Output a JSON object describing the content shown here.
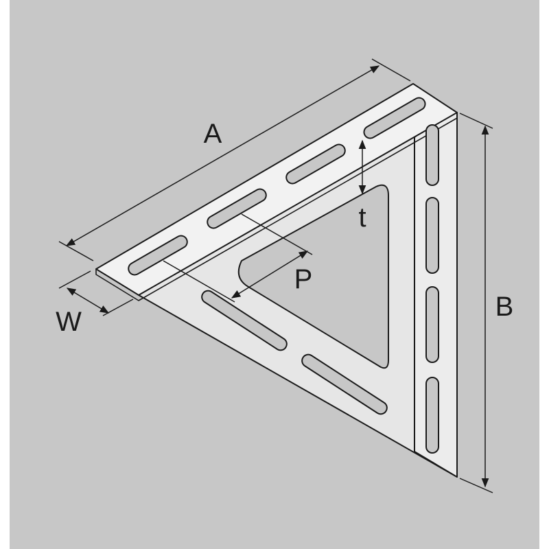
{
  "colors": {
    "background": "#c7c7c7",
    "bracket_face": "#e6e6e6",
    "bracket_edge": "#f2f2f2",
    "stroke": "#1a1a1a"
  },
  "labels": {
    "a": "A",
    "b": "B",
    "t": "t",
    "p": "P",
    "w": "W"
  }
}
